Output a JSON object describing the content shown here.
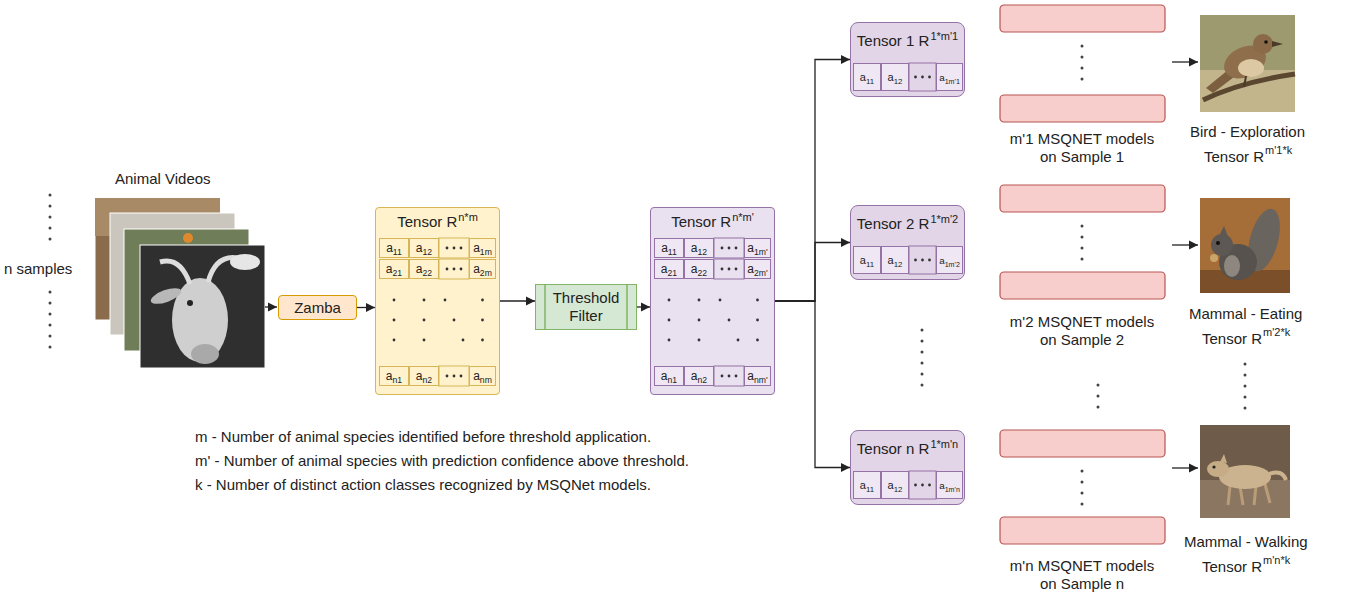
{
  "diagram": {
    "nodes": [
      {
        "text": [
          "Zamba"
        ]
      },
      {
        "text": [
          "Tensor R",
          "n*m"
        ]
      },
      {
        "text": [
          "a11"
        ],
        "in": 1
      },
      {
        "text": [
          "a12"
        ],
        "in": 1
      },
      {
        "text": [
          "a1m"
        ],
        "in": 1
      },
      {
        "text": [
          "a21"
        ],
        "in": 1
      },
      {
        "text": [
          "a22"
        ],
        "in": 1
      },
      {
        "text": [
          "a2m"
        ],
        "in": 1
      },
      {
        "text": [
          "an1"
        ],
        "in": 1
      },
      {
        "text": [
          "an2"
        ],
        "in": 1
      },
      {
        "text": [
          "anm"
        ],
        "in": 1
      },
      {
        "text": [
          "Threshold Filter"
        ]
      },
      {
        "text": [
          "Tensor R",
          "n*m'"
        ]
      },
      {
        "text": [
          "a11"
        ],
        "in": 12
      },
      {
        "text": [
          "a12"
        ],
        "in": 12
      },
      {
        "text": [
          "a1m'"
        ],
        "in": 12
      },
      {
        "text": [
          "a21"
        ],
        "in": 12
      },
      {
        "text": [
          "a22"
        ],
        "in": 12
      },
      {
        "text": [
          "a2m'"
        ],
        "in": 12
      },
      {
        "text": [
          "an1"
        ],
        "in": 12
      },
      {
        "text": [
          "an2"
        ],
        "in": 12
      },
      {
        "text": [
          "anm'"
        ],
        "in": 12
      },
      {
        "text": [
          "Tensor 1 R",
          "1*m'1"
        ]
      },
      {
        "text": [
          "a11"
        ],
        "in": 22
      },
      {
        "text": [
          "a12"
        ],
        "in": 22
      },
      {
        "text": [
          "a1m'1"
        ],
        "in": 22
      },
      {
        "text": [
          "Tensor 2 R",
          "1*m'2"
        ]
      },
      {
        "text": [
          "a11"
        ],
        "in": 26
      },
      {
        "text": [
          "a12"
        ],
        "in": 26
      },
      {
        "text": [
          "a1m'2"
        ],
        "in": 26
      },
      {
        "text": [
          "Tensor n R",
          "1*m'n"
        ]
      },
      {
        "text": [
          "a11"
        ],
        "in": 30
      },
      {
        "text": [
          "a12"
        ],
        "in": 30
      },
      {
        "text": [
          "a1m'n"
        ],
        "in": 30
      }
    ],
    "edges": [
      {
        "from": 0,
        "to": 1,
        "arrow": "to"
      },
      {
        "from": 1,
        "to": 11,
        "arrow": "to"
      },
      {
        "from": 11,
        "to": 12,
        "arrow": "to"
      },
      {
        "from": 12,
        "to": 22,
        "arrow": "to"
      },
      {
        "from": 12,
        "to": 26,
        "arrow": "to"
      },
      {
        "from": 12,
        "to": 30,
        "arrow": "to"
      }
    ],
    "labels": [
      "Animal Videos",
      "n samples",
      "m - Number of animal species identified before threshold application.",
      "m' - Number of animal species with prediction confidence above threshold.",
      "k - Number of distinct action classes recognized by MSQNet models.",
      "m'1 MSQNET models on Sample 1",
      "Bird - Exploration",
      "Tensor R",
      "m'1*k",
      "m'2 MSQNET models on Sample 2",
      "Mammal - Eating",
      "Tensor R",
      "m'2*k",
      "m'n MSQNET models on Sample n",
      "Mammal - Walking",
      "Tensor R",
      "m'n*k"
    ]
  }
}
